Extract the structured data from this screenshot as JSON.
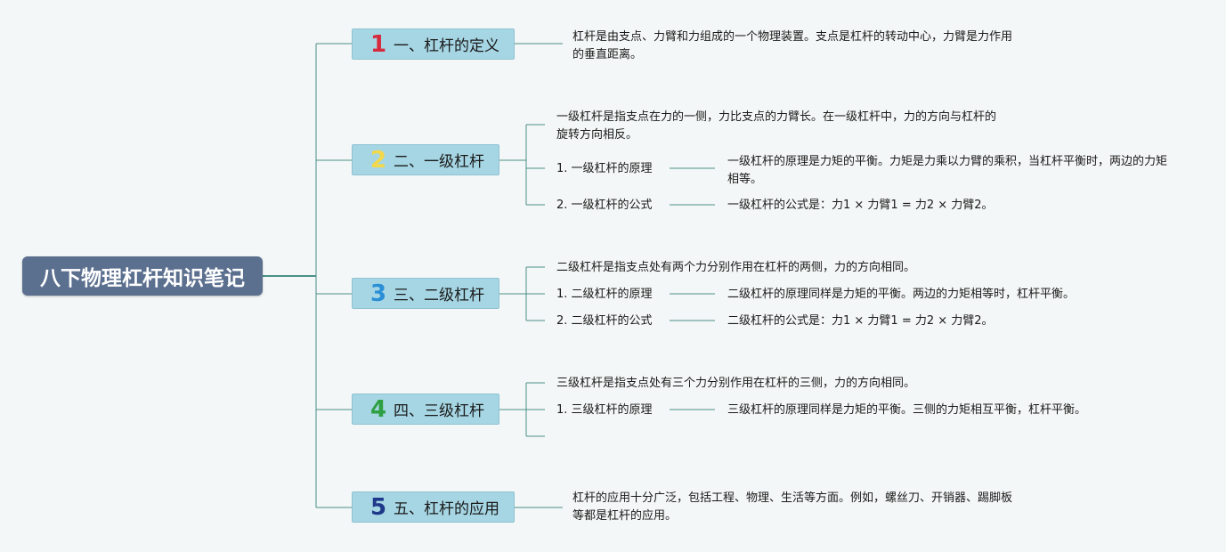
{
  "title": "八下物理杠杆知识笔记",
  "colors": {
    "root_bg": "#5b6f8f",
    "branch_bg": "#a6d6e4",
    "line": "#4a8f87"
  },
  "branches": [
    {
      "num": "1",
      "num_color": "#d62a3d",
      "label": "一、杠杆的定义",
      "desc": "杠杆是由支点、力臂和力组成的一个物理装置。支点是杠杆的转动中心，力臂是力作用的垂直距离。",
      "subs": []
    },
    {
      "num": "2",
      "num_color": "#f2d84a",
      "label": "二、一级杠杆",
      "desc": "一级杠杆是指支点在力的一侧，力比支点的力臂长。在一级杠杆中，力的方向与杠杆的旋转方向相反。",
      "subs": [
        {
          "label": "1. 一级杠杆的原理",
          "detail": "一级杠杆的原理是力矩的平衡。力矩是力乘以力臂的乘积，当杠杆平衡时，两边的力矩相等。"
        },
        {
          "label": "2. 一级杠杆的公式",
          "detail": "一级杠杆的公式是：力1 × 力臂1 = 力2 × 力臂2。"
        }
      ]
    },
    {
      "num": "3",
      "num_color": "#2a8fd6",
      "label": "三、二级杠杆",
      "desc": "二级杠杆是指支点处有两个力分别作用在杠杆的两侧，力的方向相同。",
      "subs": [
        {
          "label": "1. 二级杠杆的原理",
          "detail": "二级杠杆的原理同样是力矩的平衡。两边的力矩相等时，杠杆平衡。"
        },
        {
          "label": "2. 二级杠杆的公式",
          "detail": "二级杠杆的公式是：力1 × 力臂1 = 力2 × 力臂2。"
        }
      ]
    },
    {
      "num": "4",
      "num_color": "#2ea043",
      "label": "四、三级杠杆",
      "desc": "三级杠杆是指支点处有三个力分别作用在杠杆的三侧，力的方向相同。",
      "subs": [
        {
          "label": "1. 三级杠杆的原理",
          "detail": "三级杠杆的原理同样是力矩的平衡。三侧的力矩相互平衡，杠杆平衡。"
        },
        {
          "label": "",
          "detail": ""
        }
      ]
    },
    {
      "num": "5",
      "num_color": "#1f3a8a",
      "label": "五、杠杆的应用",
      "desc": "杠杆的应用十分广泛，包括工程、物理、生活等方面。例如，螺丝刀、开销器、踢脚板等都是杠杆的应用。",
      "subs": []
    }
  ]
}
